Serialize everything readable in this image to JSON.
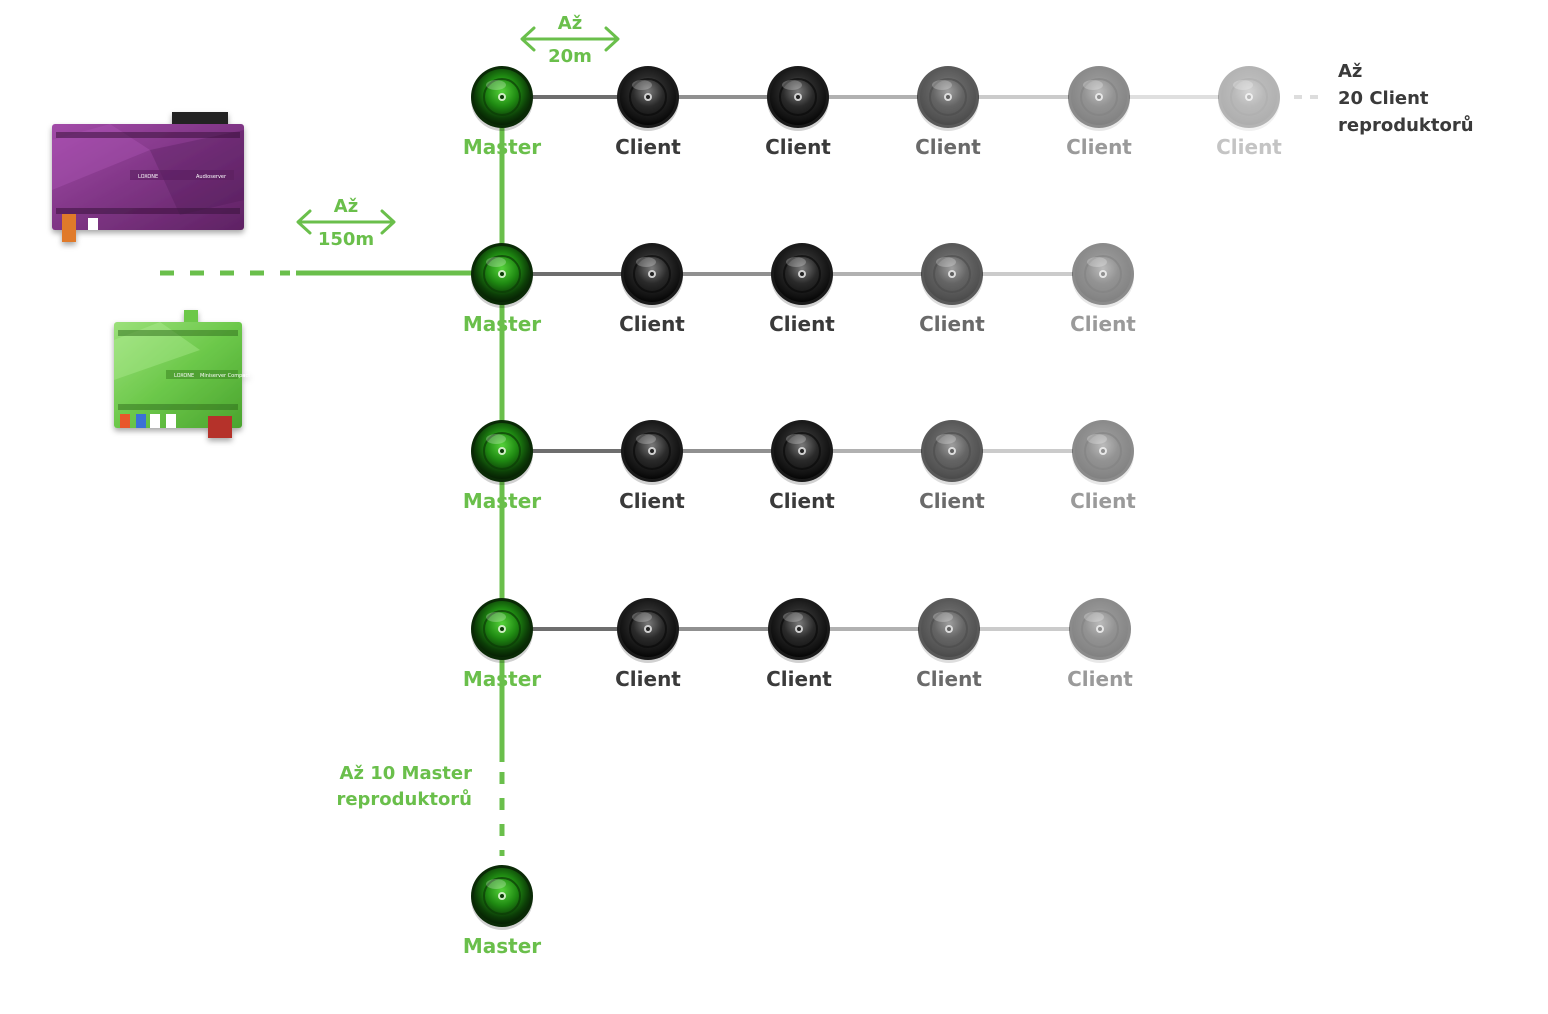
{
  "colors": {
    "accent_green": "#6abf4b",
    "audioserver_purple": "#8a3d8f",
    "miniserver_green": "#7dd35a",
    "client_label": "#3a3a3a"
  },
  "devices": {
    "audioserver": {
      "brand": "LOXONE",
      "model": "Audioserver"
    },
    "miniserver": {
      "brand": "LOXONE",
      "model": "Miniserver Compact"
    }
  },
  "distance_labels": {
    "client_spacing": {
      "prefix": "Až",
      "value": "20m"
    },
    "trunk_length": {
      "prefix": "Až",
      "value": "150m"
    }
  },
  "limits": {
    "clients": {
      "line1": "Až",
      "line2": "20 Client",
      "line3": "reproduktorů"
    },
    "masters": {
      "line1": "Až 10 Master",
      "line2": "reproduktorů"
    }
  },
  "rows": [
    {
      "master": "Master",
      "clients": [
        "Client",
        "Client",
        "Client",
        "Client",
        "Client"
      ]
    },
    {
      "master": "Master",
      "clients": [
        "Client",
        "Client",
        "Client",
        "Client"
      ]
    },
    {
      "master": "Master",
      "clients": [
        "Client",
        "Client",
        "Client",
        "Client"
      ]
    },
    {
      "master": "Master",
      "clients": [
        "Client",
        "Client",
        "Client",
        "Client"
      ]
    }
  ],
  "last_master": "Master",
  "icons": [
    "speaker-icon",
    "double-arrow-icon"
  ]
}
